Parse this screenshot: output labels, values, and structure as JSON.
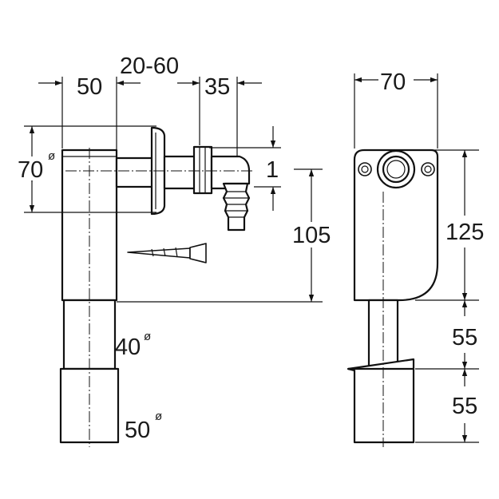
{
  "side_view": {
    "dim_top_50": "50",
    "dim_top_20_60": "20-60",
    "dim_top_35": "35",
    "dim_left_70": "70",
    "dim_left_70_dia": "ø",
    "dim_right_1": "1",
    "dim_right_105": "105",
    "pipe_40": "40",
    "pipe_40_dia": "ø",
    "pipe_50": "50",
    "pipe_50_dia": "ø"
  },
  "front_view": {
    "dim_top_70": "70",
    "dim_right_125": "125",
    "dim_right_55_upper": "55",
    "dim_right_55_lower": "55"
  }
}
